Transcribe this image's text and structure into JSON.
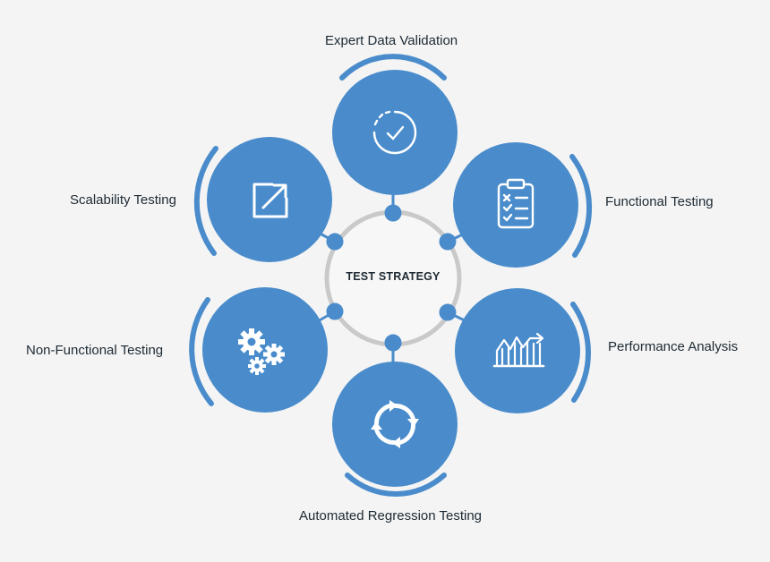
{
  "center": {
    "label": "TEST STRATEGY"
  },
  "nodes": [
    {
      "label": "Expert Data Validation",
      "icon": "check-circle-icon"
    },
    {
      "label": "Functional Testing",
      "icon": "clipboard-checklist-icon"
    },
    {
      "label": "Performance Analysis",
      "icon": "growth-bar-chart-icon"
    },
    {
      "label": "Automated Regression Testing",
      "icon": "refresh-cycle-icon"
    },
    {
      "label": "Non-Functional Testing",
      "icon": "gears-icon"
    },
    {
      "label": "Scalability Testing",
      "icon": "expand-arrow-icon"
    }
  ],
  "colors": {
    "background": "#f4f4f4",
    "node_fill": "#4a8ccb",
    "accent_arc": "#4a8ccb",
    "ring": "#c9c9c9",
    "icon": "#ffffff",
    "text": "#1e2a33"
  }
}
